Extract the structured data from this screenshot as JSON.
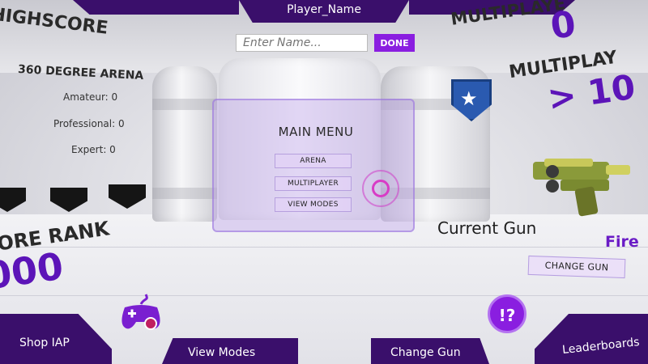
{
  "header": {
    "player_name": "Player_Name",
    "name_input_placeholder": "Enter Name...",
    "done_label": "DONE"
  },
  "left_wall": {
    "highscore_label": "HIGHSCORE",
    "arena_title": "360 DEGREE ARENA",
    "scores": [
      {
        "label": "Amateur: 0"
      },
      {
        "label": "Professional: 0"
      },
      {
        "label": "Expert: 0"
      }
    ],
    "rank_label": "ORE RANK",
    "rank_value": "000"
  },
  "main_menu": {
    "title": "MAIN MENU",
    "items": [
      {
        "label": "ARENA"
      },
      {
        "label": "MULTIPLAYER"
      },
      {
        "label": "VIEW MODES"
      }
    ]
  },
  "right_wall": {
    "multiplayer_top_label": "MULTIPLAYE",
    "multiplayer_top_value": "0",
    "multiplayer_label": "MULTIPLAY",
    "multiplayer_value": "> 10",
    "current_gun_label": "Current Gun",
    "gun_name": "Fire",
    "change_gun_label": "CHANGE GUN"
  },
  "bottom_nav": {
    "items": [
      {
        "label": "Shop IAP"
      },
      {
        "label": "View Modes"
      },
      {
        "label": "Change Gun"
      },
      {
        "label": "Leaderboards"
      }
    ]
  },
  "icons": {
    "gamepad": "gamepad-icon",
    "help": "help-icon",
    "help_glyph": "!?",
    "badge": "star-badge-icon"
  },
  "colors": {
    "nav_bg": "#3a0f6b",
    "accent": "#8a1ee0",
    "score_purple": "#5c14b8"
  }
}
